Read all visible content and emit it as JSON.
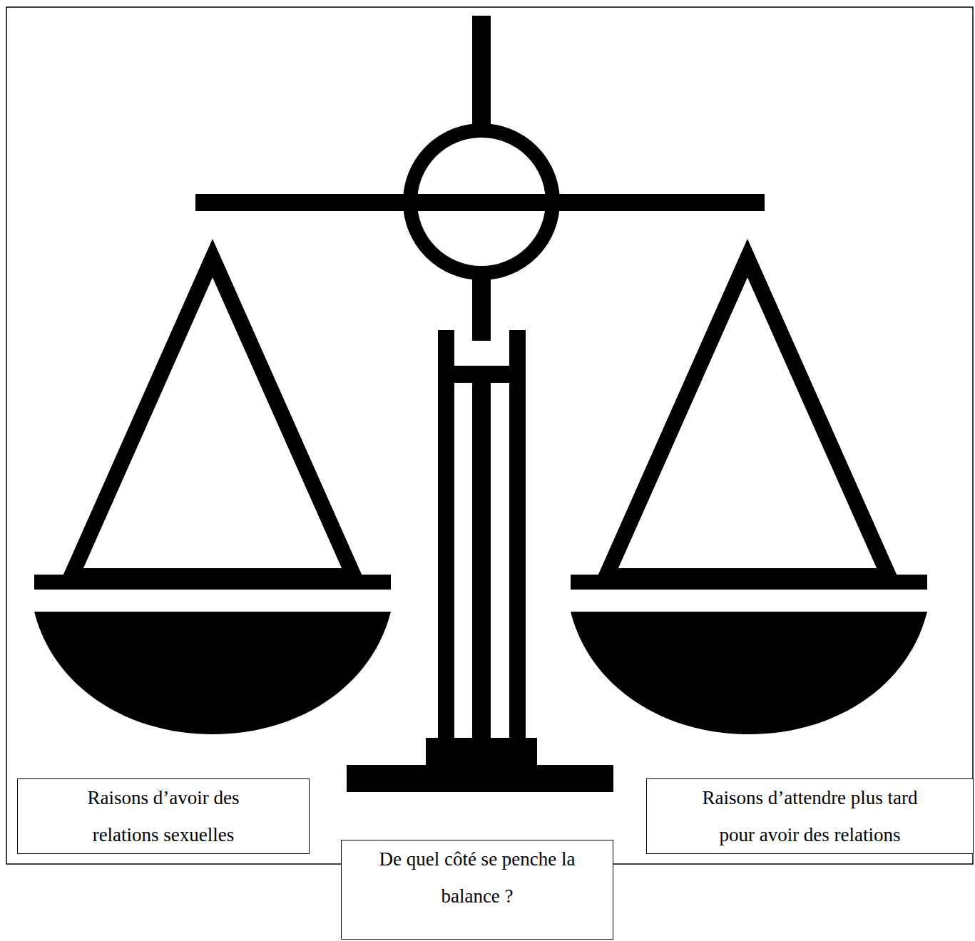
{
  "diagram": {
    "nodes": [
      {
        "text": [
          "Raisons d’avoir des relations sexuelles"
        ]
      },
      {
        "text": [
          "Raisons d’attendre plus tard pour avoir des relations"
        ]
      },
      {
        "text": [
          "De quel côté se penche la balance ?"
        ]
      }
    ]
  }
}
